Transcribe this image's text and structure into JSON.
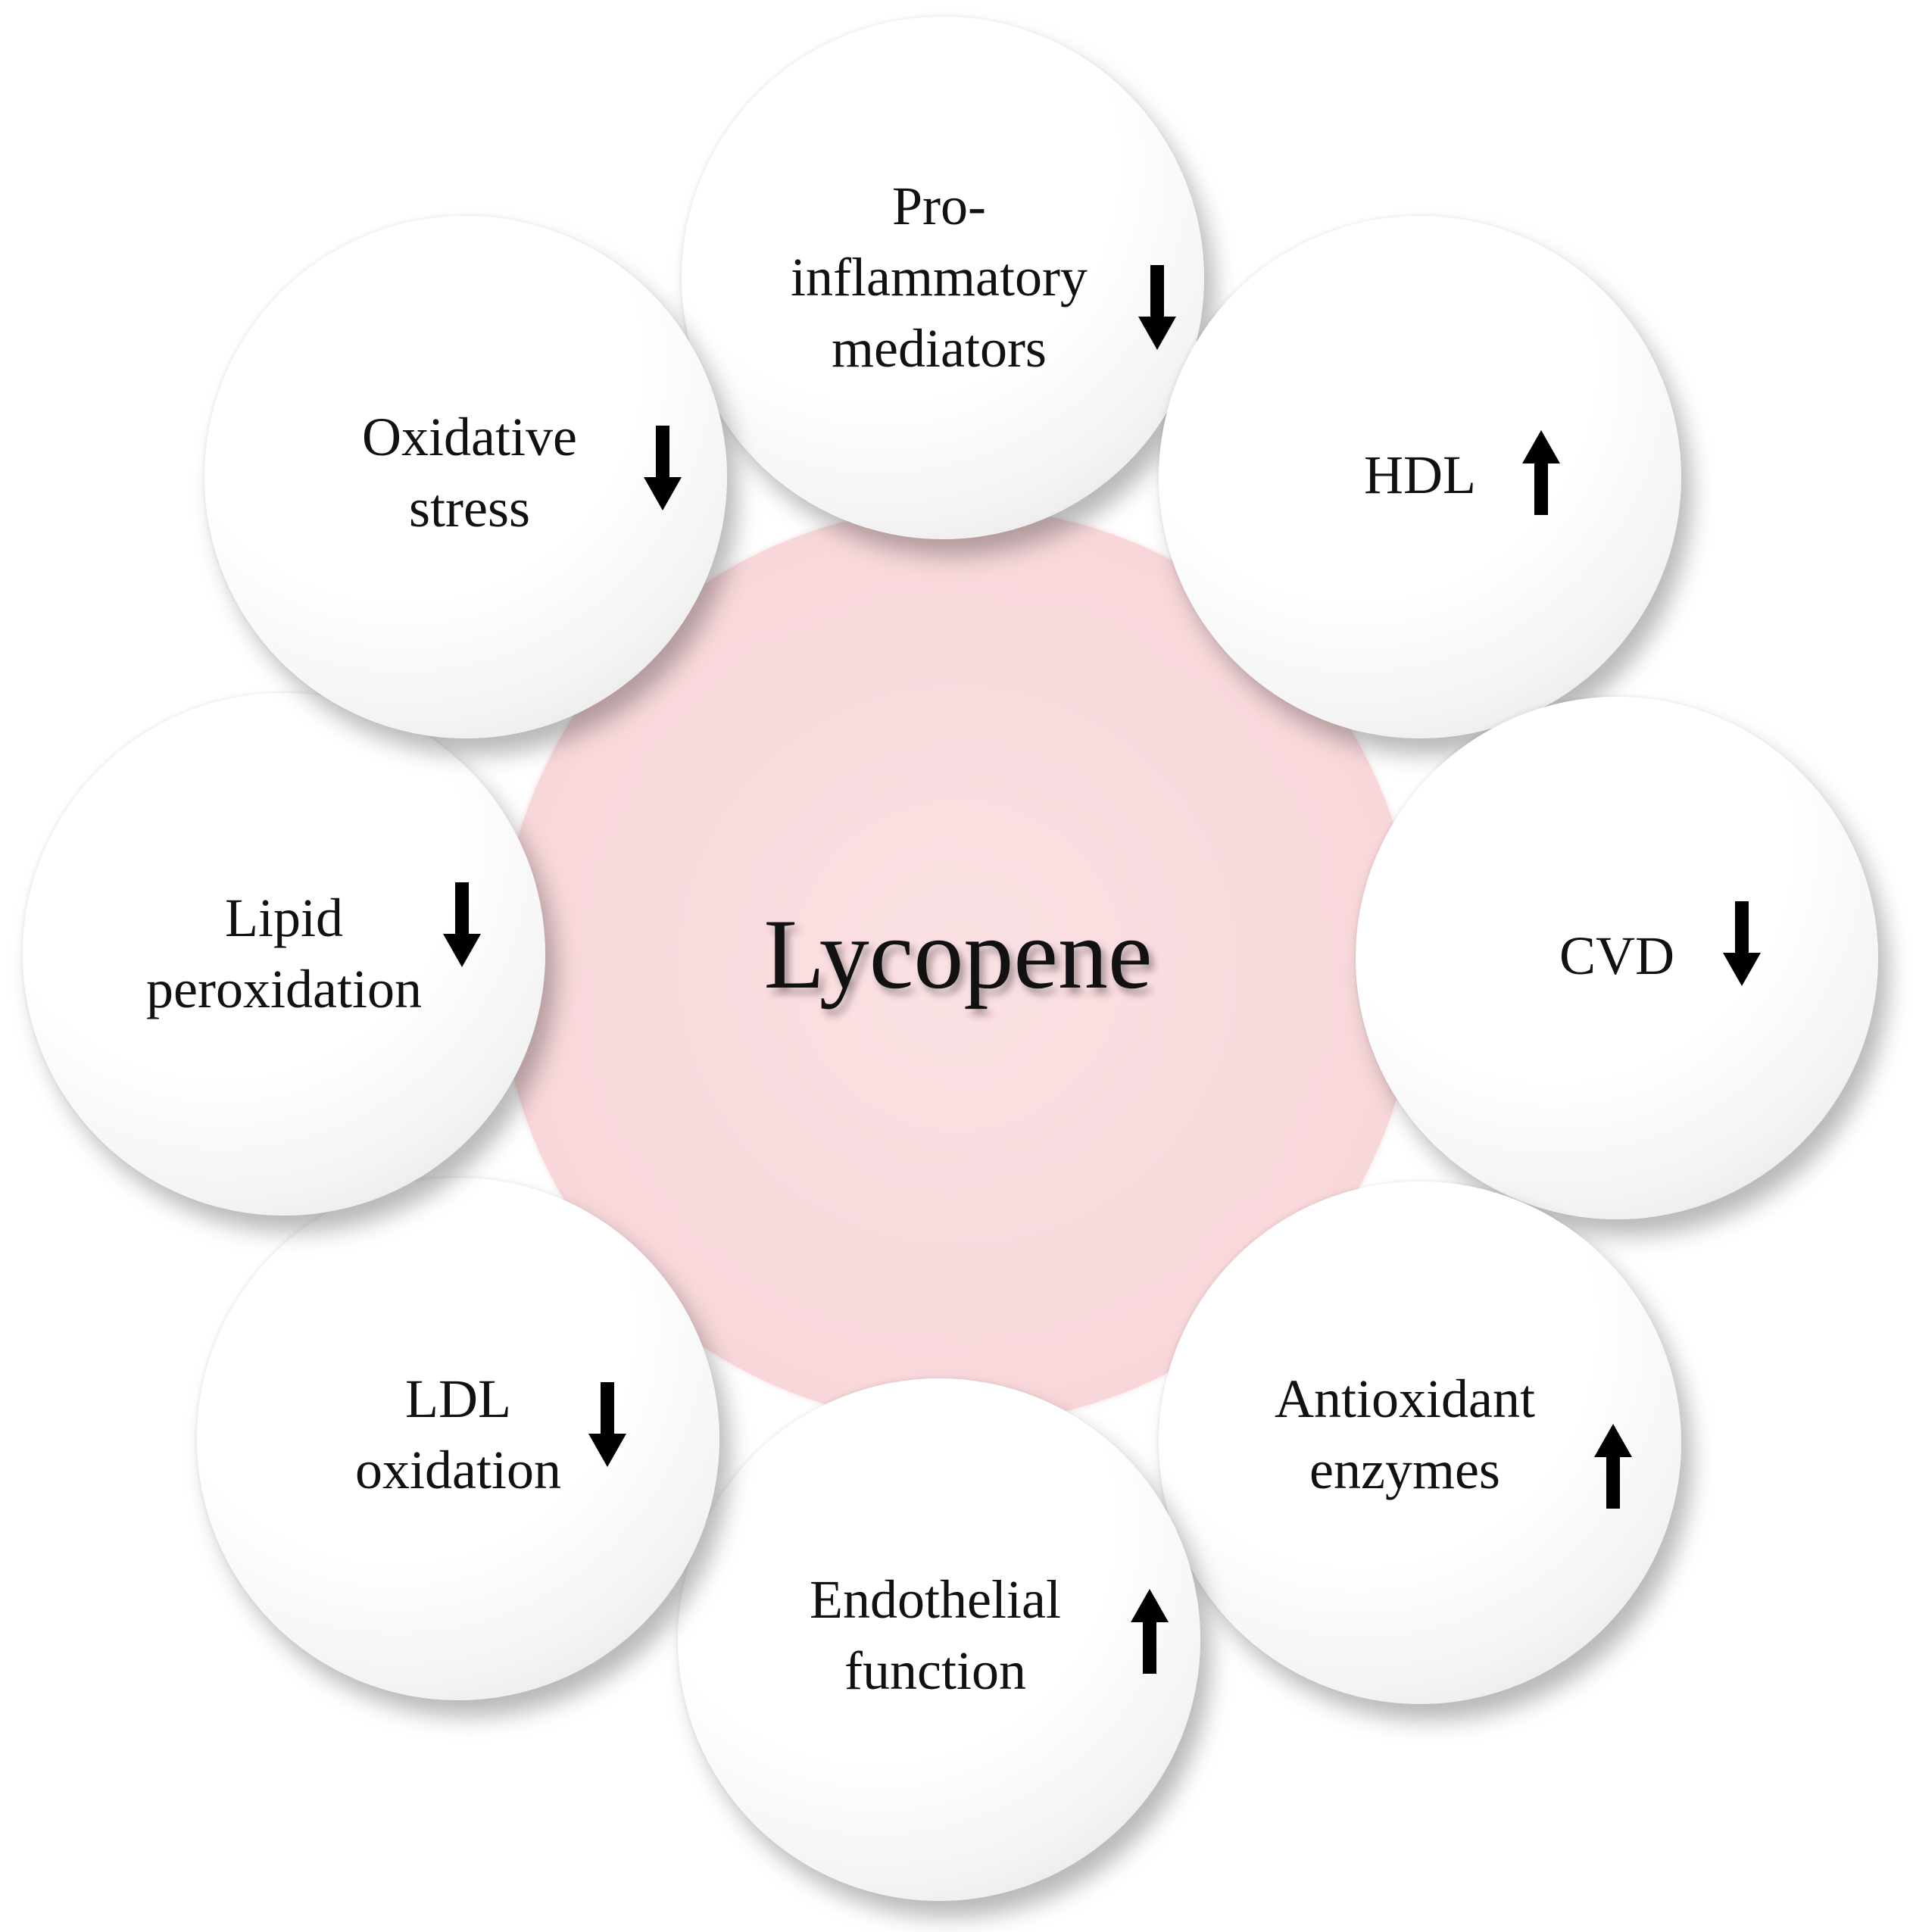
{
  "center": {
    "label": "Lycopene"
  },
  "nodes": [
    {
      "id": "pro-inflammatory",
      "lines": [
        "Pro-",
        "inflammatory",
        "mediators"
      ],
      "direction": "down"
    },
    {
      "id": "hdl",
      "lines": [
        "HDL"
      ],
      "direction": "up"
    },
    {
      "id": "cvd",
      "lines": [
        "CVD"
      ],
      "direction": "down"
    },
    {
      "id": "antioxidant",
      "lines": [
        "Antioxidant",
        "enzymes"
      ],
      "direction": "up"
    },
    {
      "id": "endothelial",
      "lines": [
        "Endothelial",
        "function"
      ],
      "direction": "up"
    },
    {
      "id": "ldl",
      "lines": [
        "LDL",
        "oxidation"
      ],
      "direction": "down"
    },
    {
      "id": "lipid",
      "lines": [
        "Lipid",
        "peroxidation"
      ],
      "direction": "down"
    },
    {
      "id": "oxidative",
      "lines": [
        "Oxidative",
        "stress"
      ],
      "direction": "down"
    }
  ],
  "colors": {
    "center_fill": "#f8d9dc",
    "node_fill": "#ffffff",
    "text": "#111111",
    "arrow": "#000000"
  }
}
